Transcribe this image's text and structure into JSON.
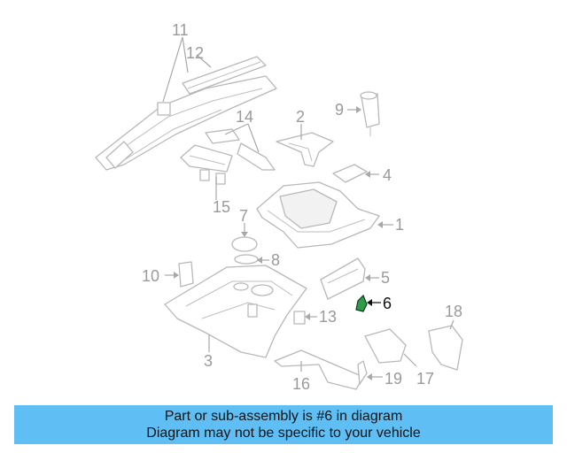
{
  "diagram": {
    "callouts": [
      {
        "id": "11",
        "label": "11"
      },
      {
        "id": "12",
        "label": "12"
      },
      {
        "id": "14",
        "label": "14"
      },
      {
        "id": "2",
        "label": "2"
      },
      {
        "id": "9",
        "label": "9"
      },
      {
        "id": "4",
        "label": "4"
      },
      {
        "id": "15",
        "label": "15"
      },
      {
        "id": "7",
        "label": "7"
      },
      {
        "id": "1",
        "label": "1"
      },
      {
        "id": "8",
        "label": "8"
      },
      {
        "id": "10",
        "label": "10"
      },
      {
        "id": "5",
        "label": "5"
      },
      {
        "id": "6",
        "label": "6"
      },
      {
        "id": "13",
        "label": "13"
      },
      {
        "id": "18",
        "label": "18"
      },
      {
        "id": "3",
        "label": "3"
      },
      {
        "id": "17",
        "label": "17"
      },
      {
        "id": "16",
        "label": "16"
      },
      {
        "id": "19",
        "label": "19"
      }
    ],
    "highlighted_part": "6",
    "colors": {
      "part_line": "#b8b8b8",
      "callout_text": "#9a9a9a",
      "highlight": "#111111",
      "highlight_part": "#2e9b4a",
      "banner_bg": "#5fbff5"
    }
  },
  "banner": {
    "line1": "Part or sub-assembly is #6 in diagram",
    "line2": "Diagram may not be specific to your vehicle"
  }
}
